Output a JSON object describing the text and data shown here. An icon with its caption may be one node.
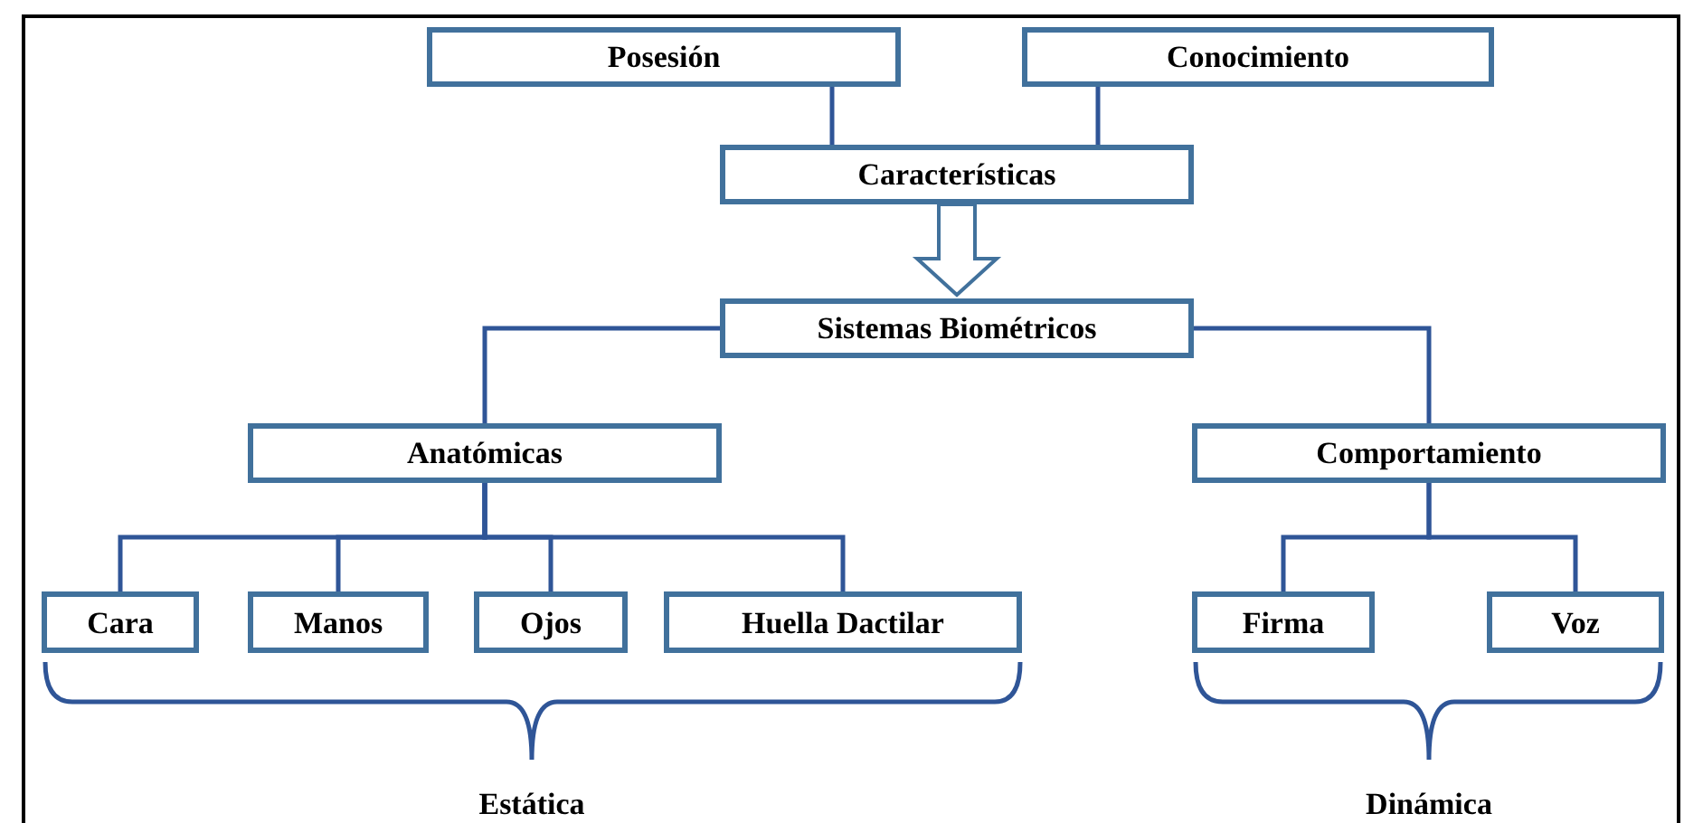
{
  "diagram": {
    "nodes": [
      {
        "text": [
          "Posesión"
        ]
      },
      {
        "text": [
          "Conocimiento"
        ]
      },
      {
        "text": [
          "Características"
        ]
      },
      {
        "text": [
          "Sistemas Biométricos"
        ]
      },
      {
        "text": [
          "Anatómicas"
        ]
      },
      {
        "text": [
          "Comportamiento"
        ]
      },
      {
        "text": [
          "Cara"
        ]
      },
      {
        "text": [
          "Manos"
        ]
      },
      {
        "text": [
          "Ojos"
        ]
      },
      {
        "text": [
          "Huella Dactilar"
        ]
      },
      {
        "text": [
          "Firma"
        ]
      },
      {
        "text": [
          "Voz"
        ]
      }
    ],
    "edges": [
      {
        "from": 0,
        "to": 2,
        "arrow": "none"
      },
      {
        "from": 1,
        "to": 2,
        "arrow": "none"
      },
      {
        "from": 2,
        "to": 3,
        "arrow": "to",
        "style": "thick"
      },
      {
        "from": 3,
        "to": 4,
        "arrow": "none"
      },
      {
        "from": 3,
        "to": 5,
        "arrow": "none"
      },
      {
        "from": 4,
        "to": 6,
        "arrow": "none"
      },
      {
        "from": 4,
        "to": 7,
        "arrow": "none"
      },
      {
        "from": 4,
        "to": 8,
        "arrow": "none"
      },
      {
        "from": 4,
        "to": 9,
        "arrow": "none"
      },
      {
        "from": 5,
        "to": 10,
        "arrow": "none"
      },
      {
        "from": 5,
        "to": 11,
        "arrow": "none"
      }
    ],
    "labels": [
      "Estática",
      "Dinámica"
    ]
  }
}
